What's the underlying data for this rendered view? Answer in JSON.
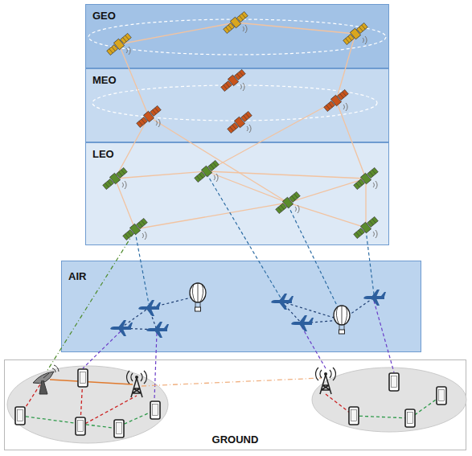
{
  "diagram": {
    "nodes": [
      {
        "text": [
          "GEO"
        ]
      },
      {
        "text": [
          "MEO"
        ]
      },
      {
        "text": [
          "LEO"
        ]
      },
      {
        "text": [
          "AIR"
        ]
      },
      {
        "text": [
          "GROUND"
        ]
      }
    ]
  }
}
